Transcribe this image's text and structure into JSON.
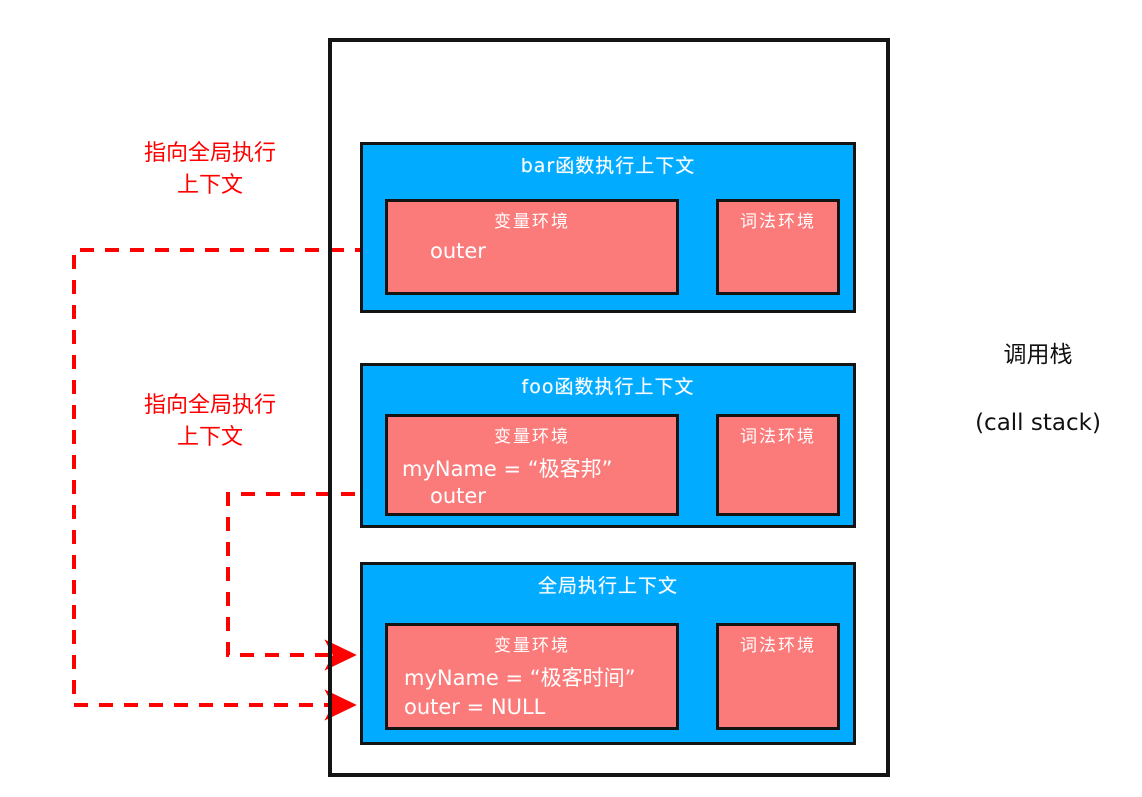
{
  "diagram": {
    "title": "JavaScript call stack with execution contexts",
    "colors": {
      "context_blue": "#01abff",
      "environment_pink": "#fb7b7b",
      "annotation_red": "#ff0000",
      "border_black": "#141414",
      "text_white": "#ffffff"
    }
  },
  "call_stack_caption": {
    "line1": "调用栈",
    "line2": "(call stack)"
  },
  "annotations": [
    {
      "id": "bar-outer-note",
      "text": "指向全局执行\n上下文"
    },
    {
      "id": "foo-outer-note",
      "text": "指向全局执行\n上下文"
    }
  ],
  "contexts": [
    {
      "id": "bar-context",
      "title": "bar函数执行上下文",
      "variable_environment": {
        "title": "变量环境",
        "entries": [
          "outer"
        ]
      },
      "lexical_environment": {
        "title": "词法环境",
        "entries": []
      }
    },
    {
      "id": "foo-context",
      "title": "foo函数执行上下文",
      "variable_environment": {
        "title": "变量环境",
        "entries": [
          "myName = “极客邦”",
          "outer"
        ]
      },
      "lexical_environment": {
        "title": "词法环境",
        "entries": []
      }
    },
    {
      "id": "global-context",
      "title": "全局执行上下文",
      "variable_environment": {
        "title": "变量环境",
        "entries": [
          "myName = “极客时间”",
          "outer = NULL"
        ]
      },
      "lexical_environment": {
        "title": "词法环境",
        "entries": []
      }
    }
  ]
}
